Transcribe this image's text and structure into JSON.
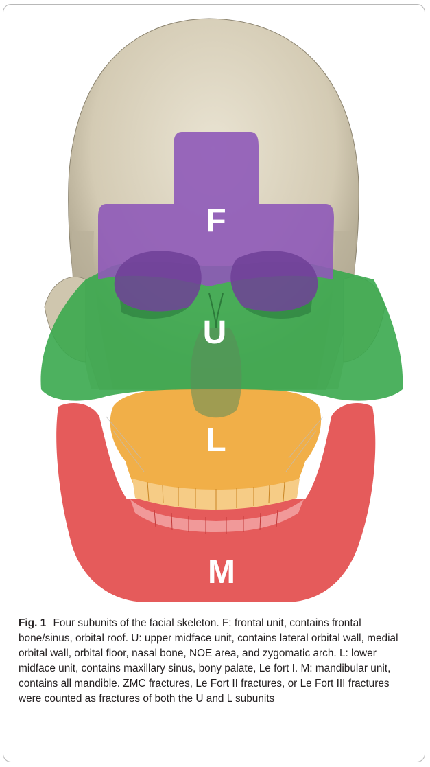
{
  "figure": {
    "subunits": [
      {
        "letter": "F",
        "name": "frontal unit",
        "color": "#8e59b8"
      },
      {
        "letter": "U",
        "name": "upper midface unit",
        "color": "#3aa84e"
      },
      {
        "letter": "L",
        "name": "lower midface unit",
        "color": "#f0a93a"
      },
      {
        "letter": "M",
        "name": "mandibular unit",
        "color": "#e34d4d"
      }
    ]
  },
  "caption": {
    "label": "Fig. 1",
    "text": "Four subunits of the facial skeleton. F: frontal unit, contains frontal bone/sinus, orbital roof. U: upper midface unit, contains lateral orbital wall, medial orbital wall, orbital floor, nasal bone, NOE area, and zygomatic arch. L: lower midface unit, contains maxillary sinus, bony palate, Le fort I. M: mandibular unit, contains all mandible. ZMC fractures, Le Fort II fractures, or Le Fort III fractures were counted as fractures of both the U and L subunits"
  }
}
